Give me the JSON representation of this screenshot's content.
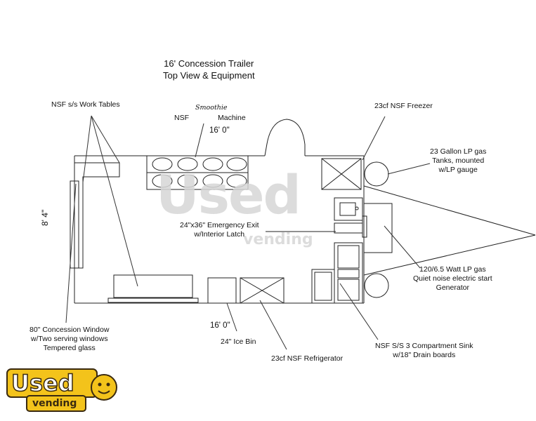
{
  "title": {
    "line1": "16' Concession Trailer",
    "line2": "Top View & Equipment"
  },
  "labels": {
    "work_tables": "NSF s/s Work Tables",
    "smoothie_nsf": "NSF",
    "smoothie_handwritten": "Smoothie",
    "smoothie_machine": "Machine",
    "top_dimension": "16' 0\"",
    "side_dimension": "8' 4\"",
    "freezer": "23cf NSF Freezer",
    "lp_tanks_line1": "23 Gallon LP gas",
    "lp_tanks_line2": "Tanks, mounted",
    "lp_tanks_line3": "w/LP gauge",
    "emergency_exit_line1": "24\"x36\" Emergency Exit",
    "emergency_exit_line2": "w/Interior Latch",
    "generator_line1": "120/6.5 Watt LP gas",
    "generator_line2": "Quiet noise electric start",
    "generator_line3": "Generator",
    "bottom_dimension": "16' 0\"",
    "ice_bin": "24\" Ice Bin",
    "window_line1": "80\" Concession Window",
    "window_line2": "w/Two serving windows",
    "window_line3": "Tempered glass",
    "refrigerator": "23cf NSF Refrigerator",
    "sink_line1": "NSF S/S 3 Compartment Sink",
    "sink_line2": "w/18\" Drain boards"
  },
  "watermark": {
    "main": "Used",
    "sub": "vending"
  },
  "logo": {
    "main": "Used",
    "sub": "vending",
    "badge_colors": {
      "yellow": "#f3c31b",
      "outline": "#3a2a10"
    }
  }
}
